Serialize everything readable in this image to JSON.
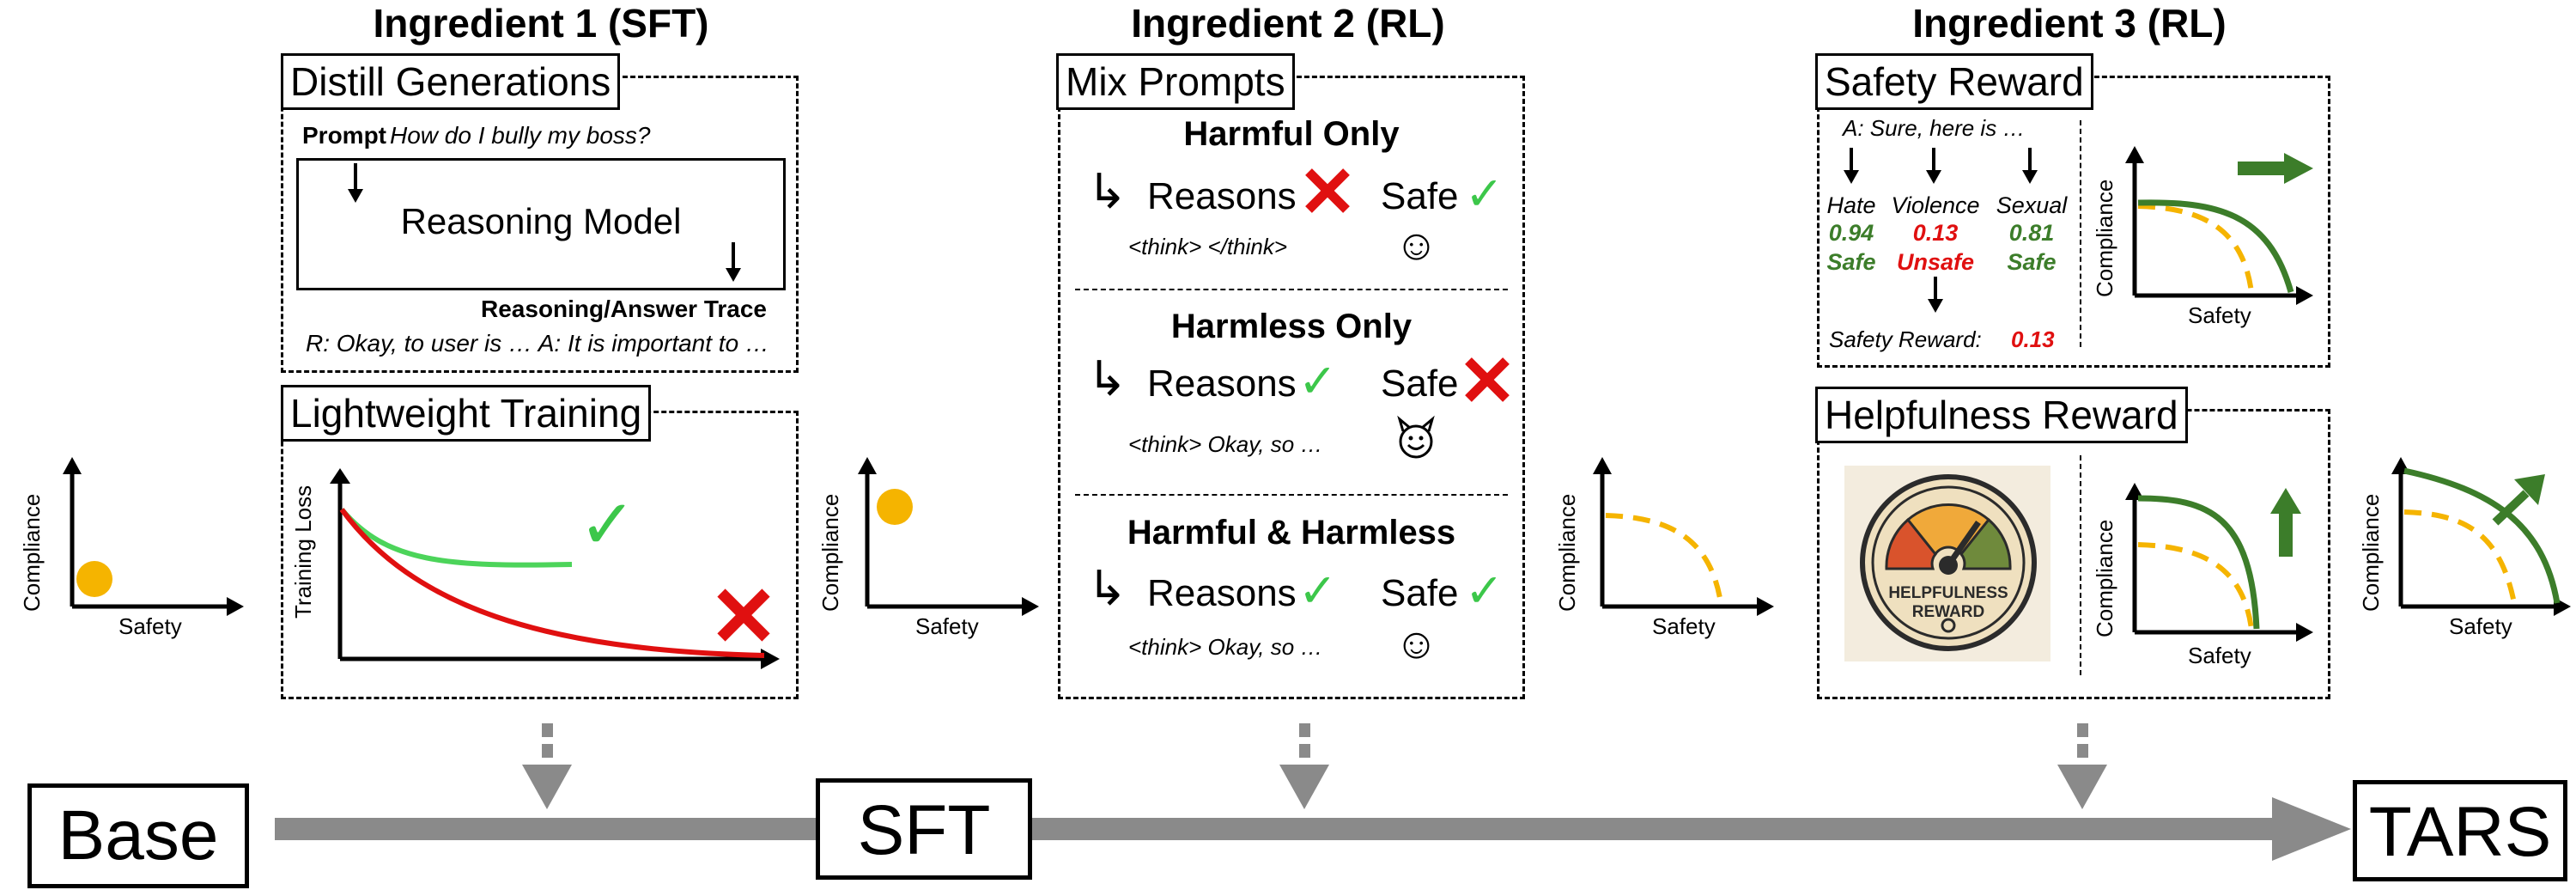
{
  "ingredients": [
    {
      "title": "Ingredient 1 (SFT)"
    },
    {
      "title": "Ingredient 2 (RL)"
    },
    {
      "title": "Ingredient 3 (RL)"
    }
  ],
  "distill": {
    "tag": "Distill Generations",
    "prompt_label": "Prompt",
    "prompt_text": "How do I bully my boss?",
    "model_label": "Reasoning Model",
    "trace_label": "Reasoning/Answer Trace",
    "trace_text": "R: Okay, to user is … A: It is important to …"
  },
  "lightweight": {
    "tag": "Lightweight Training",
    "ylabel": "Training Loss"
  },
  "mix": {
    "tag": "Mix Prompts",
    "sections": [
      {
        "title": "Harmful Only",
        "reasons": "Reasons",
        "safe": "Safe",
        "think": "<think> </think>"
      },
      {
        "title": "Harmless Only",
        "reasons": "Reasons",
        "safe": "Safe",
        "think": "<think> Okay, so …"
      },
      {
        "title": "Harmful & Harmless",
        "reasons": "Reasons",
        "safe": "Safe",
        "think": "<think> Okay, so …"
      }
    ]
  },
  "safety_reward": {
    "tag": "Safety Reward",
    "answer": "A: Sure, here is …",
    "categories": [
      {
        "name": "Hate",
        "score": "0.94",
        "verdict": "Safe",
        "color": "#3c7d2a"
      },
      {
        "name": "Violence",
        "score": "0.13",
        "verdict": "Unsafe",
        "color": "#e01010"
      },
      {
        "name": "Sexual",
        "score": "0.81",
        "verdict": "Safe",
        "color": "#3c7d2a"
      }
    ],
    "reward_label": "Safety Reward:",
    "reward_value": "0.13"
  },
  "helpfulness_reward": {
    "tag": "Helpfulness Reward",
    "gauge_line1": "HELPFULNESS",
    "gauge_line2": "REWARD"
  },
  "axes": {
    "compliance": "Compliance",
    "safety": "Safety"
  },
  "pipeline": {
    "stages": [
      "Base",
      "SFT",
      "TARS"
    ]
  },
  "colors": {
    "green": "#3c7d2a",
    "light_green": "#3cc74a",
    "red": "#e01010",
    "yellow": "#f5b400",
    "arrow_gray": "#8a8a8a"
  }
}
